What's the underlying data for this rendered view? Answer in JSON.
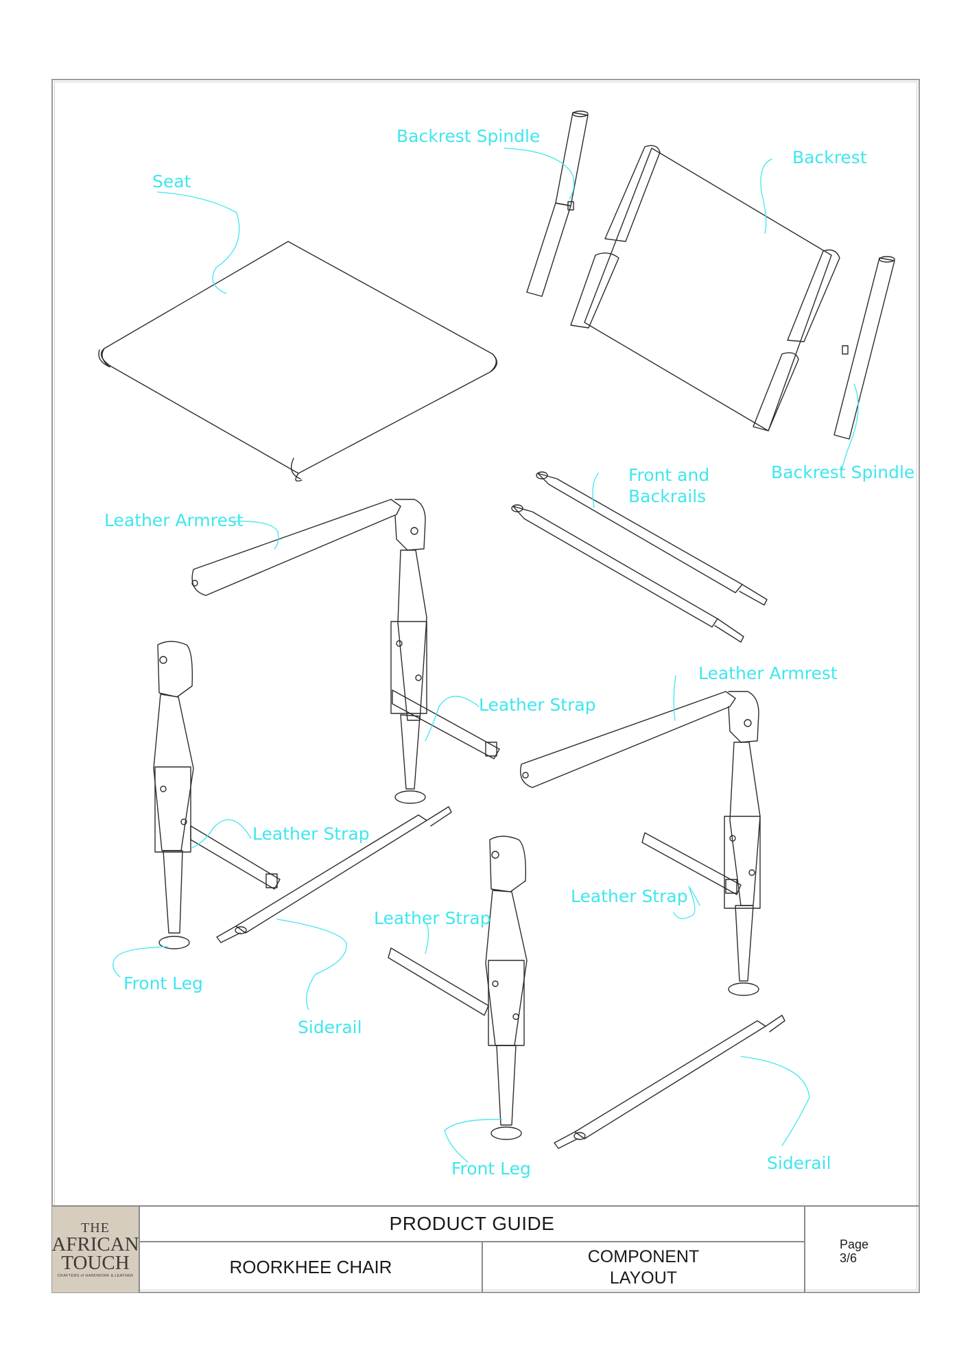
{
  "callouts": {
    "seat": "Seat",
    "backrest_spindle_top": "Backrest Spindle",
    "backrest": "Backrest",
    "backrest_spindle_right": "Backrest Spindle",
    "front_back_rails_line1": "Front and",
    "front_back_rails_line2": "Backrails",
    "armrest_left": "Leather Armrest",
    "armrest_right": "Leather Armrest",
    "strap_upper": "Leather Strap",
    "strap_left": "Leather Strap",
    "strap_center": "Leather Strap",
    "strap_right": "Leather Strap",
    "front_leg_left": "Front Leg",
    "front_leg_center": "Front Leg",
    "siderail_left": "Siderail",
    "siderail_right": "Siderail"
  },
  "colors": {
    "callout": "#3fe6ee",
    "line": "#2b2b2b",
    "logo_bg": "#d6cdbf"
  },
  "logo": {
    "the": "THE",
    "african": "AFRICAN",
    "touch": "TOUCH",
    "tagline": "CRAFTERS of HANDWORK & LEATHER"
  },
  "title_block": {
    "guide": "PRODUCT GUIDE",
    "product": "ROORKHEE CHAIR",
    "sheet_line1": "COMPONENT",
    "sheet_line2": "LAYOUT",
    "page_label": "Page",
    "page_number": "3/6"
  }
}
